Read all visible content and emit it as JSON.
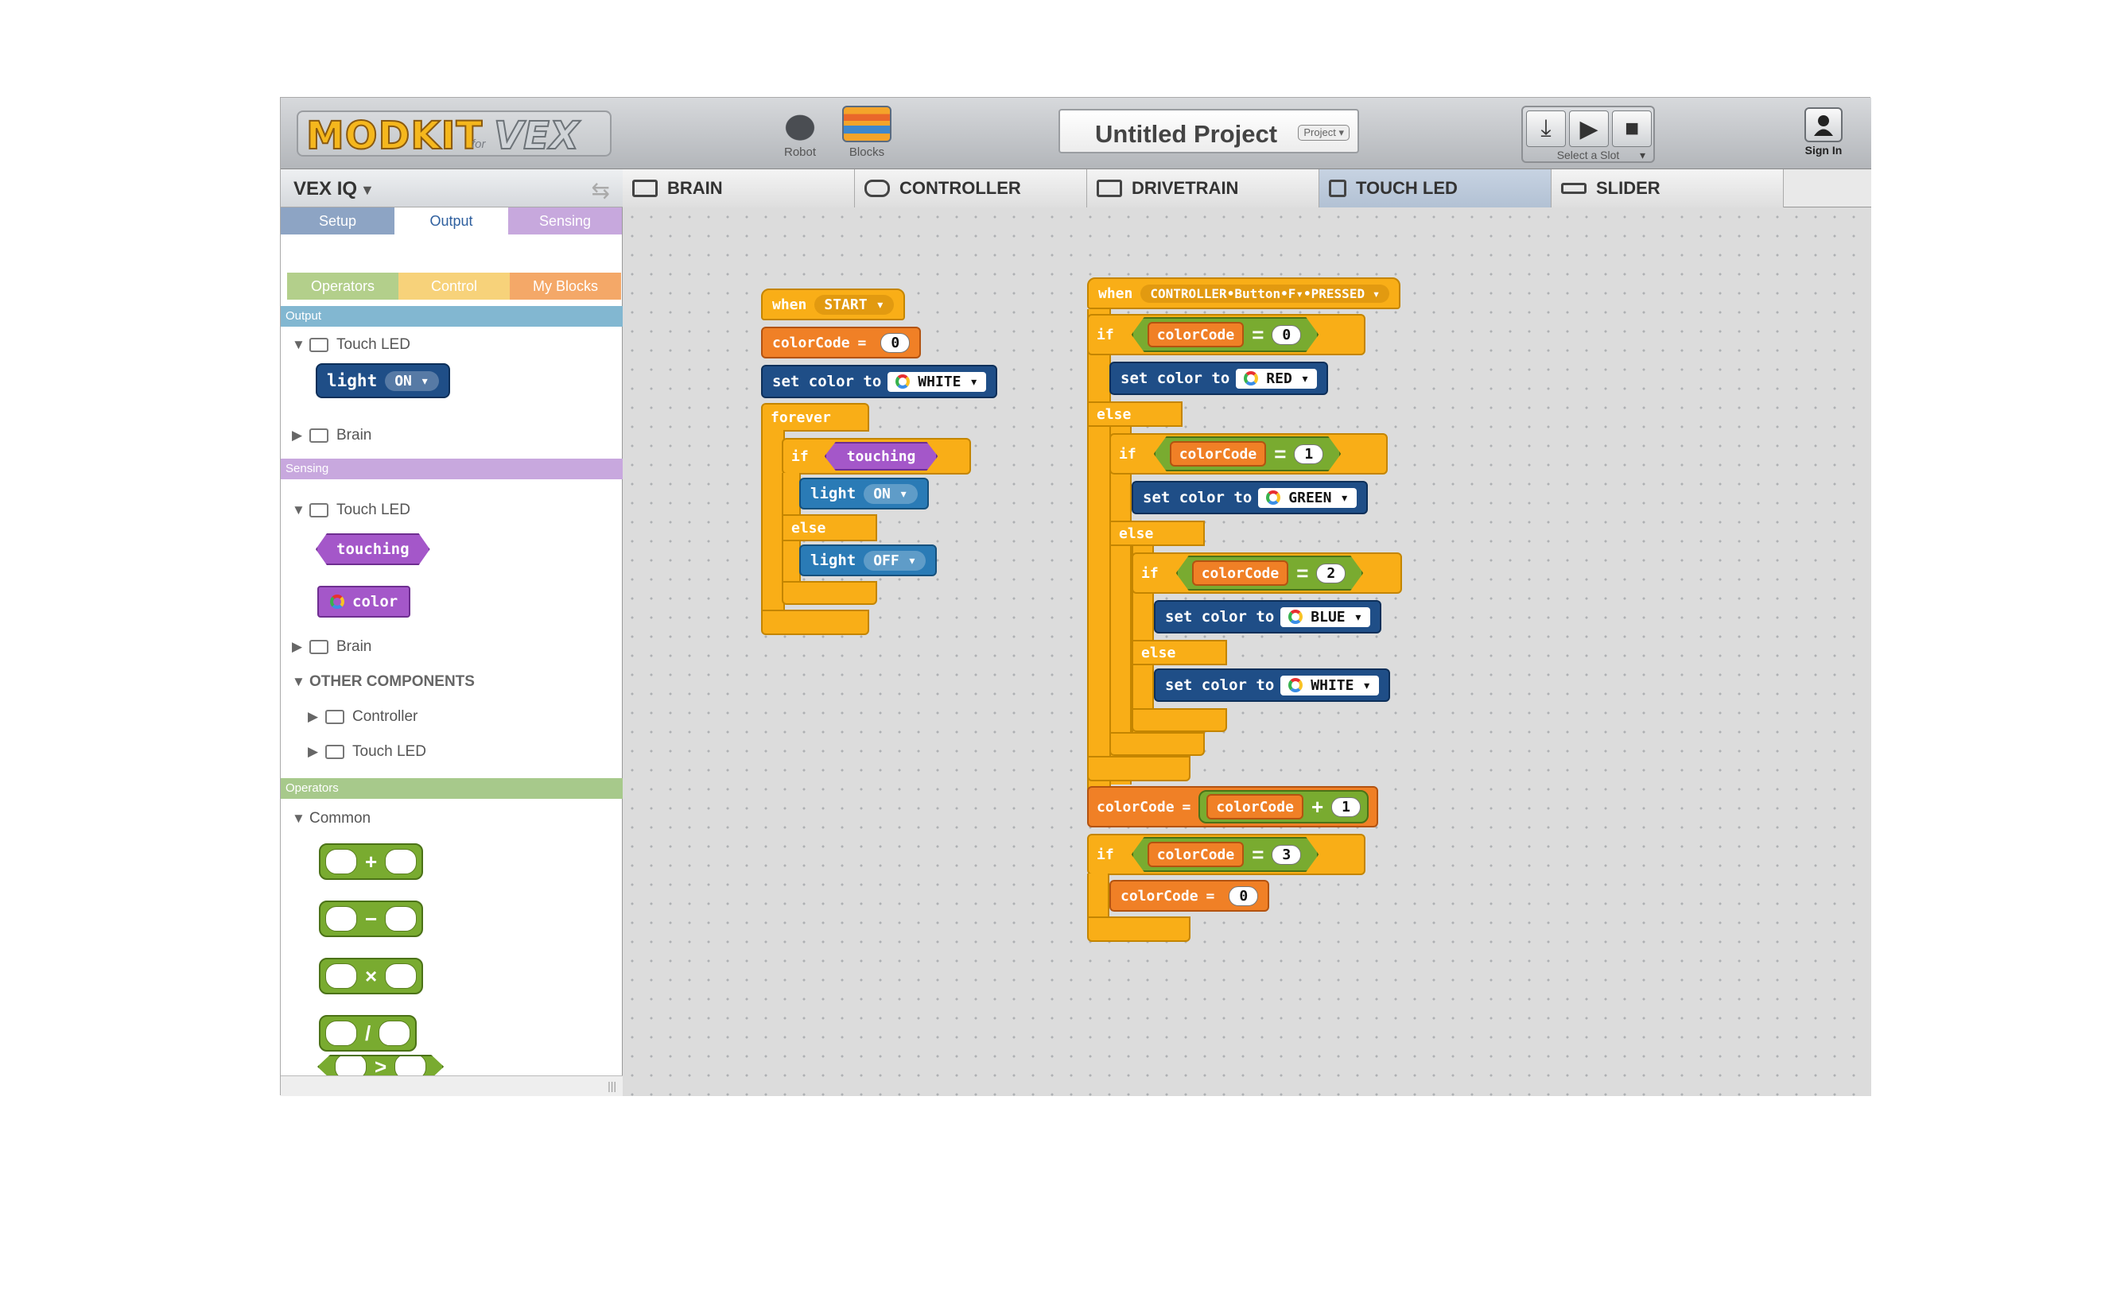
{
  "header": {
    "logo_text": "MODKIT",
    "logo_for": "for",
    "logo_vex": "VEX",
    "robot_label": "Robot",
    "blocks_label": "Blocks",
    "project_title": "Untitled Project",
    "project_button": "Project",
    "select_slot_label": "Select a Slot",
    "sign_in_label": "Sign In"
  },
  "tabs": [
    {
      "label": "BRAIN",
      "icon": "brain-icon"
    },
    {
      "label": "CONTROLLER",
      "icon": "controller-icon"
    },
    {
      "label": "DRIVETRAIN",
      "icon": "drivetrain-icon"
    },
    {
      "label": "TOUCH LED",
      "icon": "touch-led-icon",
      "active": true
    },
    {
      "label": "SLIDER",
      "icon": "slider-icon"
    }
  ],
  "sidebar": {
    "kit": "VEX IQ",
    "categories_row1": [
      "Setup",
      "Output",
      "Sensing"
    ],
    "categories_row2": [
      "Operators",
      "Control",
      "My Blocks"
    ],
    "output_header": "Output",
    "output_touch_led": "Touch LED",
    "output_brain": "Brain",
    "sensing_header": "Sensing",
    "sensing_touch_led": "Touch LED",
    "sensing_brain": "Brain",
    "other_components": "OTHER COMPONENTS",
    "other_controller": "Controller",
    "other_touch_led": "Touch LED",
    "operators_header": "Operators",
    "operators_common": "Common",
    "palette_light": "light",
    "palette_light_value": "ON",
    "palette_touching": "touching",
    "palette_color": "color",
    "operator_symbols": [
      "+",
      "−",
      "×",
      "/",
      ">"
    ]
  },
  "script1": {
    "when": "when",
    "event": "START",
    "var": "colorCode",
    "eq": "=",
    "init_value": "0",
    "set_color": "set color to",
    "color_white": "WHITE",
    "forever": "forever",
    "if": "if",
    "touching": "touching",
    "light": "light",
    "on": "ON",
    "else": "else",
    "off": "OFF"
  },
  "script2": {
    "when": "when",
    "event": "CONTROLLER•Button•F▾•PRESSED",
    "if": "if",
    "else": "else",
    "var": "colorCode",
    "eq": "=",
    "plus": "+",
    "set_color": "set color to",
    "v0": "0",
    "v1": "1",
    "v2": "2",
    "v3": "3",
    "red": "RED",
    "green": "GREEN",
    "blue": "BLUE",
    "white": "WHITE"
  },
  "colors": {
    "control": "#f9ae17",
    "variable": "#f08026",
    "output": "#1f4e87",
    "sensing": "#a457c9",
    "operator": "#79ab30",
    "active_tab": "#b2c1d4"
  }
}
